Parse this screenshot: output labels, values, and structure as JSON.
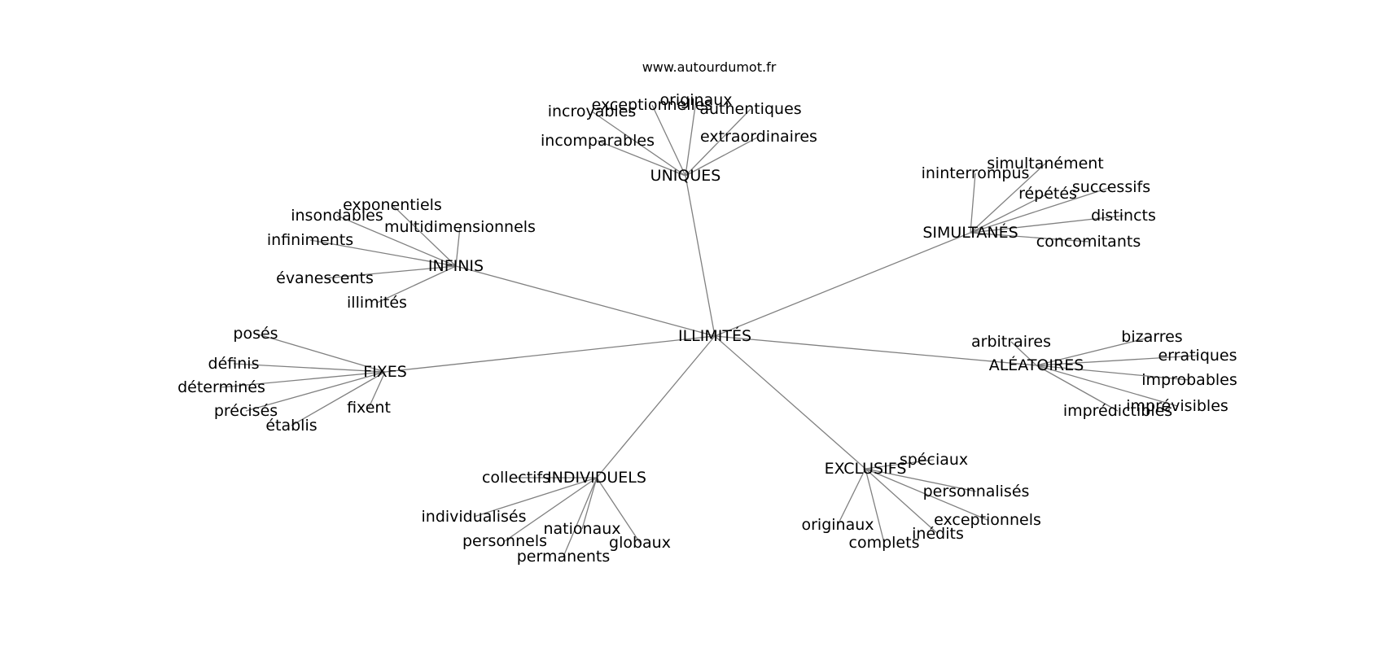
{
  "watermark": "www.autourdumot.fr",
  "center": {
    "id": "ILLIMITÉS"
  },
  "hubs": [
    {
      "id": "UNIQUES",
      "leaves": [
        "incroyables",
        "exceptionnelles",
        "originaux",
        "authentiques",
        "incomparables",
        "extraordinaires"
      ]
    },
    {
      "id": "SIMULTANÉS",
      "leaves": [
        "ininterrompus",
        "simultanément",
        "répétés",
        "successifs",
        "distincts",
        "concomitants"
      ]
    },
    {
      "id": "INFINIS",
      "leaves": [
        "exponentiels",
        "insondables",
        "multidimensionnels",
        "infiniments",
        "évanescents",
        "illimités"
      ]
    },
    {
      "id": "FIXES",
      "leaves": [
        "posés",
        "définis",
        "déterminés",
        "précisés",
        "établis",
        "fixent"
      ]
    },
    {
      "id": "ALÉATOIRES",
      "leaves": [
        "arbitraires",
        "bizarres",
        "erratiques",
        "improbables",
        "imprévisibles",
        "imprédictibles"
      ]
    },
    {
      "id": "INDIVIDUELS",
      "leaves": [
        "collectifs",
        "individualisés",
        "personnels",
        "nationaux",
        "globaux",
        "permanents"
      ]
    },
    {
      "id": "EXCLUSIFS",
      "leaves": [
        "spéciaux",
        "personnalisés",
        "exceptionnels",
        "inédits",
        "complets",
        "originaux"
      ]
    }
  ]
}
